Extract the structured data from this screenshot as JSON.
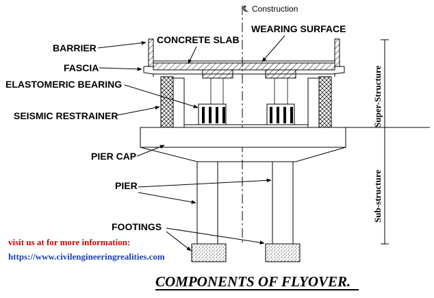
{
  "title": "COMPONENTS OF FLYOVER.",
  "centerline_label": "Construction",
  "centerline_symbol": "℄",
  "labels": {
    "barrier": "BARRIER",
    "fascia": "FASCIA",
    "elastomeric_bearing": "ELASTOMERIC BEARING",
    "seismic_restrainer": "SEISMIC RESTRAINER",
    "pier_cap": "PIER CAP",
    "pier": "PIER",
    "footings": "FOOTINGS",
    "concrete_slab": "CONCRETE SLAB",
    "wearing_surface": "WEARING SURFACE"
  },
  "side_labels": {
    "super_structure": "Super-Structure",
    "sub_structure": "Sub-structure"
  },
  "footer": {
    "visit_text": "visit us at for more information:",
    "url": "https://www.civilengineeringrealities.com"
  },
  "colors": {
    "visit": "#cc0000",
    "url": "#1a3fb5",
    "line": "#000000"
  }
}
